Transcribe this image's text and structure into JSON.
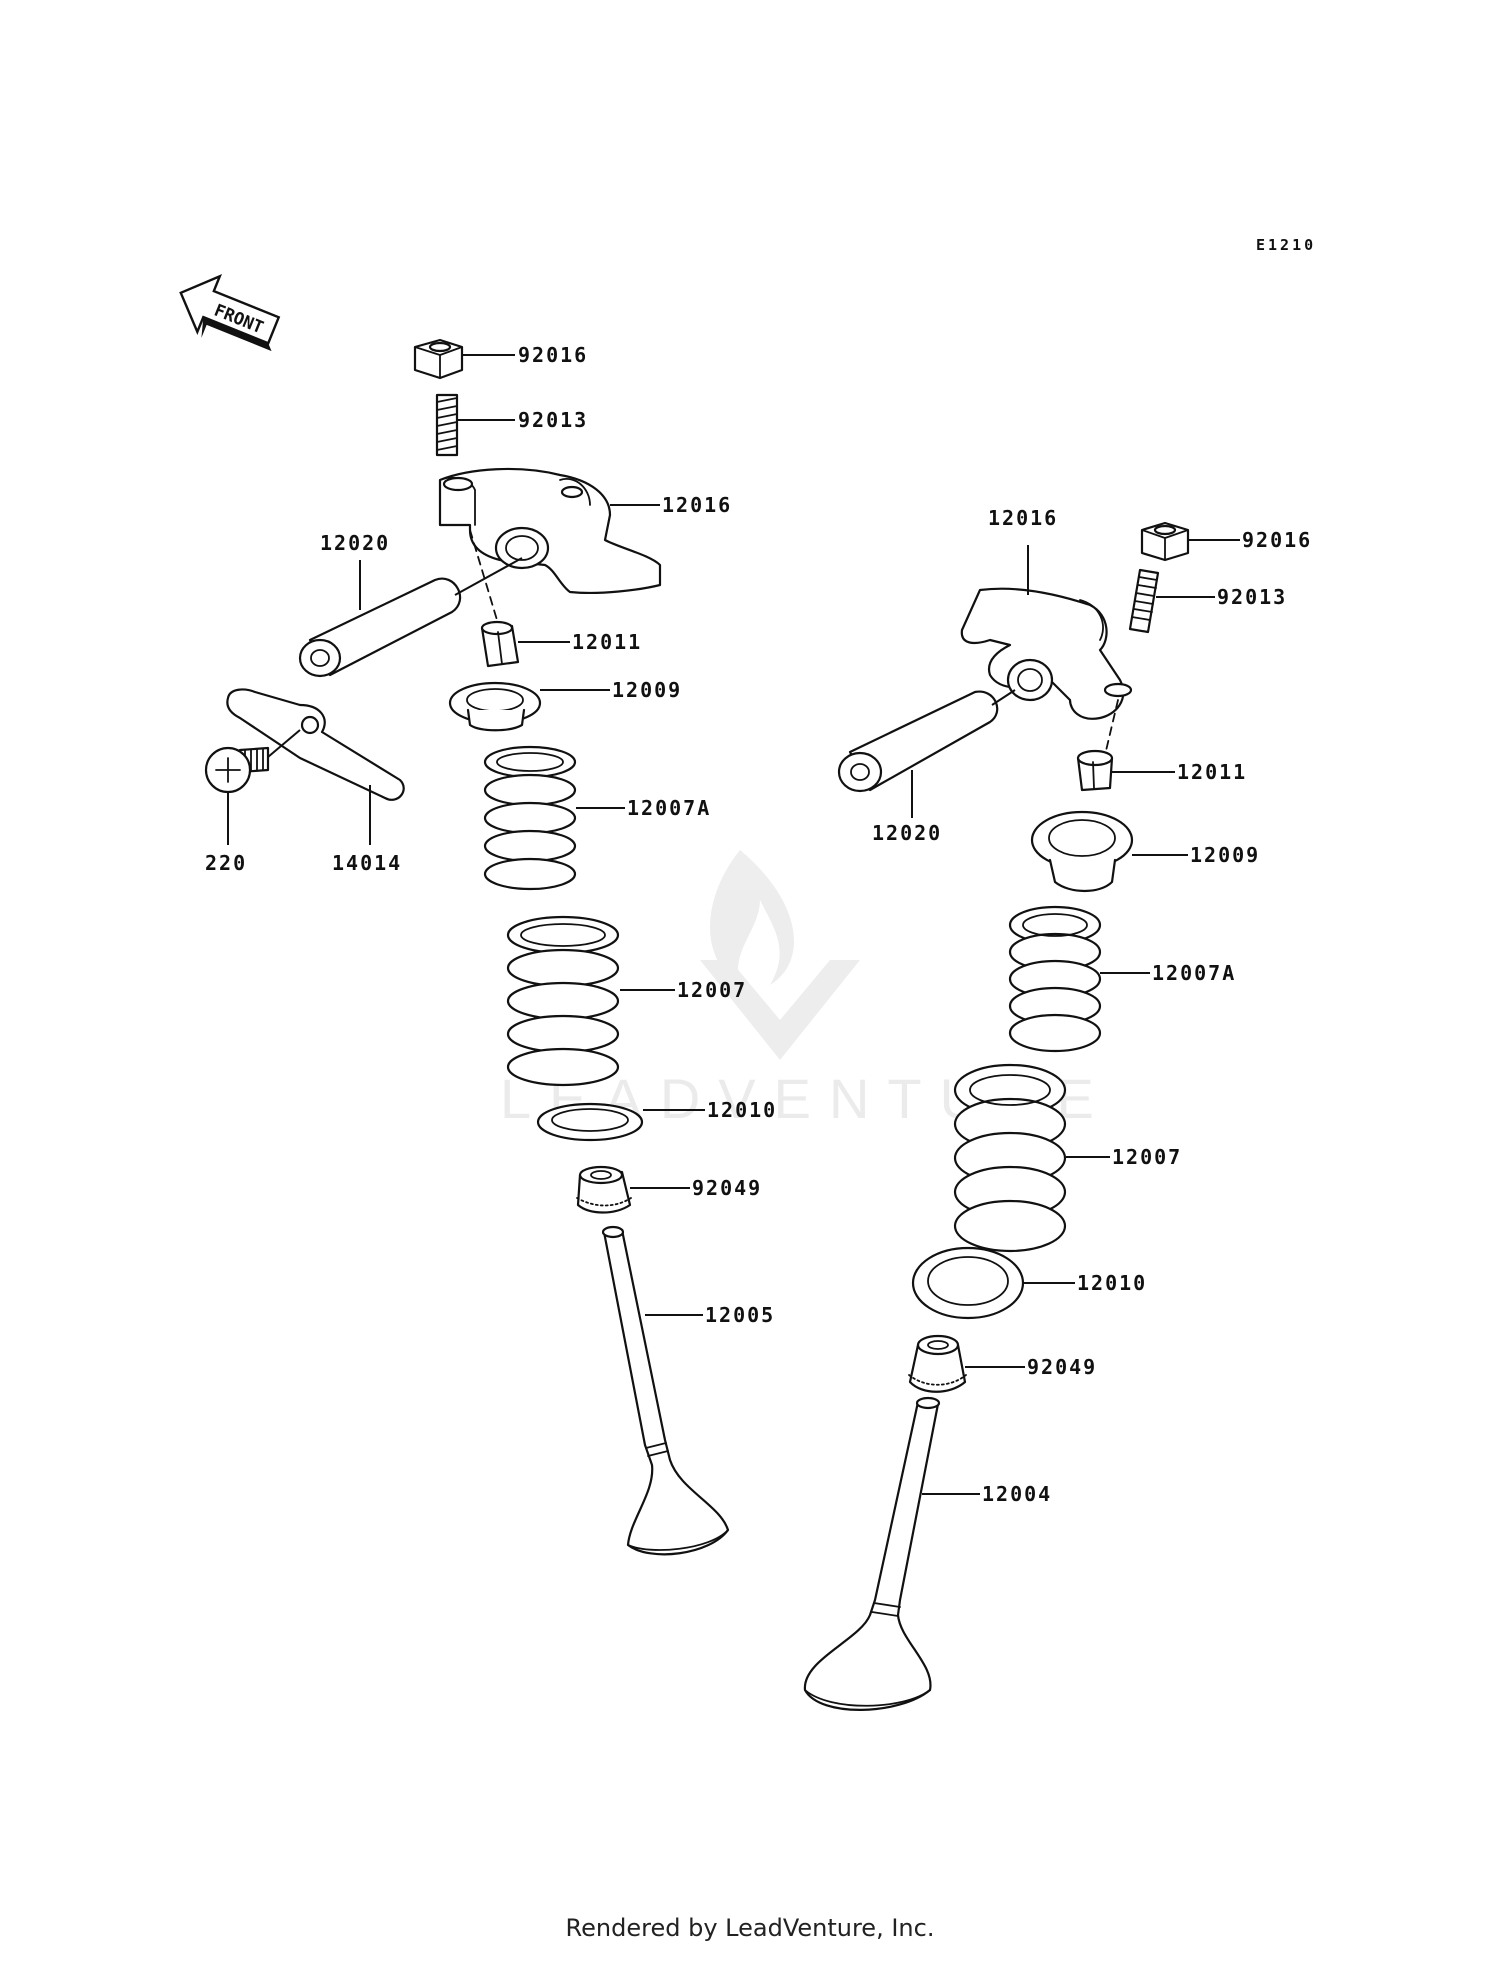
{
  "diagram_code": "E1210",
  "front_arrow_label": "FRONT",
  "watermark": "LEADVENTURE",
  "footer": "Rendered by LeadVenture, Inc.",
  "left_assembly_labels": {
    "nut": "92016",
    "adjust_screw": "92013",
    "rocker_arm": "12016",
    "rocker_shaft": "12020",
    "collet": "12011",
    "retainer": "12009",
    "inner_spring": "12007A",
    "outer_spring": "12007",
    "spring_seat": "12010",
    "stem_seal": "92049",
    "valve": "12005",
    "screw": "220",
    "plate": "14014"
  },
  "right_assembly_labels": {
    "nut": "92016",
    "adjust_screw": "92013",
    "rocker_arm": "12016",
    "rocker_shaft": "12020",
    "collet": "12011",
    "retainer": "12009",
    "inner_spring": "12007A",
    "outer_spring": "12007",
    "spring_seat": "12010",
    "stem_seal": "92049",
    "valve": "12004"
  }
}
